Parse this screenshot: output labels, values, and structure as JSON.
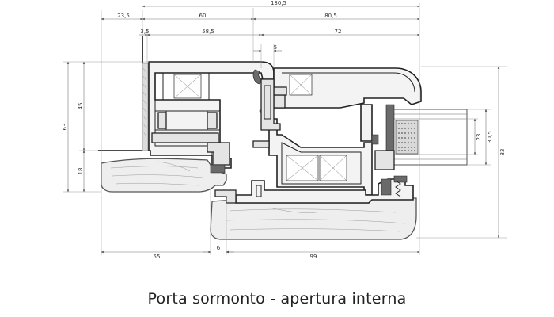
{
  "caption": "Porta sormonto - apertura interna",
  "dimensions": {
    "top_overall": "130,5",
    "top_left": "23,5",
    "top_mid": "60",
    "top_right": "80,5",
    "second_a": "3,5",
    "second_b": "58,5",
    "second_c": "72",
    "third": "5",
    "left_outer": "63",
    "left_upper": "45",
    "left_lower": "18",
    "right_outer": "83",
    "right_mid": "30,5",
    "right_inner": "23",
    "bottom_left": "55",
    "bottom_mid": "6",
    "bottom_right": "99"
  }
}
